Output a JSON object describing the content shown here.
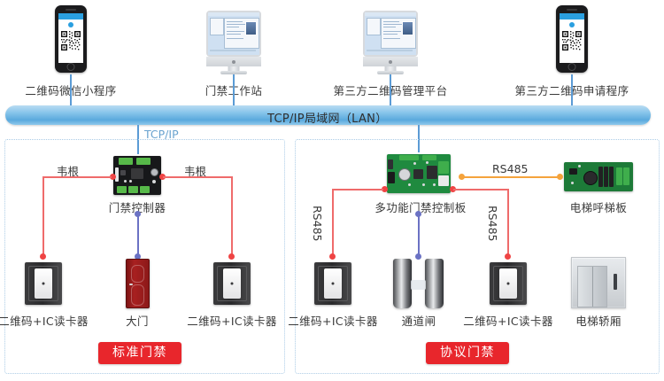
{
  "diagram": {
    "top_devices": [
      {
        "key": "wechat-mini-program",
        "label": "二维码微信小程序",
        "icon": "smartphone-qrcode-icon"
      },
      {
        "key": "access-workstation",
        "label": "门禁工作站",
        "icon": "desktop-computer-icon"
      },
      {
        "key": "third-party-platform",
        "label": "第三方二维码管理平台",
        "icon": "desktop-computer-icon"
      },
      {
        "key": "third-party-apply-app",
        "label": "第三方二维码申请程序",
        "icon": "smartphone-qrcode-icon"
      }
    ],
    "network_bar": {
      "label": "TCP/IP局域网（LAN）",
      "color": "#5aa9dd"
    },
    "tcpip_label": "TCP/IP",
    "left_panel": {
      "badge": "标准门禁",
      "controller": {
        "label": "门禁控制器",
        "icon": "pcb-board-black-icon"
      },
      "link_labels": [
        "韦根",
        "韦根"
      ],
      "devices": [
        {
          "key": "qr-ic-reader-left",
          "label": "二维码+IC读卡器",
          "icon": "card-reader-icon"
        },
        {
          "key": "main-door",
          "label": "大门",
          "icon": "door-icon"
        },
        {
          "key": "qr-ic-reader-right",
          "label": "二维码+IC读卡器",
          "icon": "card-reader-icon"
        }
      ]
    },
    "right_panel": {
      "badge": "协议门禁",
      "controller": {
        "label": "多功能门禁控制板",
        "icon": "pcb-board-green-icon"
      },
      "elevator_board": {
        "label": "电梯呼梯板",
        "icon": "pcb-board-elevator-icon"
      },
      "link_labels": {
        "left": "RS485",
        "right": "RS485",
        "elevator": "RS485"
      },
      "devices": [
        {
          "key": "qr-ic-reader-left",
          "label": "二维码+IC读卡器",
          "icon": "card-reader-icon"
        },
        {
          "key": "turnstile",
          "label": "通道闸",
          "icon": "turnstile-gate-icon"
        },
        {
          "key": "qr-ic-reader-right",
          "label": "二维码+IC读卡器",
          "icon": "card-reader-icon"
        },
        {
          "key": "elevator-car",
          "label": "电梯轿厢",
          "icon": "elevator-car-icon"
        }
      ]
    },
    "colors": {
      "wire_red": "#ef6b6b",
      "wire_blue": "#6b72c4",
      "wire_orange": "#f5a33c",
      "lan_blue": "#5aa9dd",
      "badge_red": "#e8262c",
      "panel_border": "#aacbe6"
    }
  }
}
